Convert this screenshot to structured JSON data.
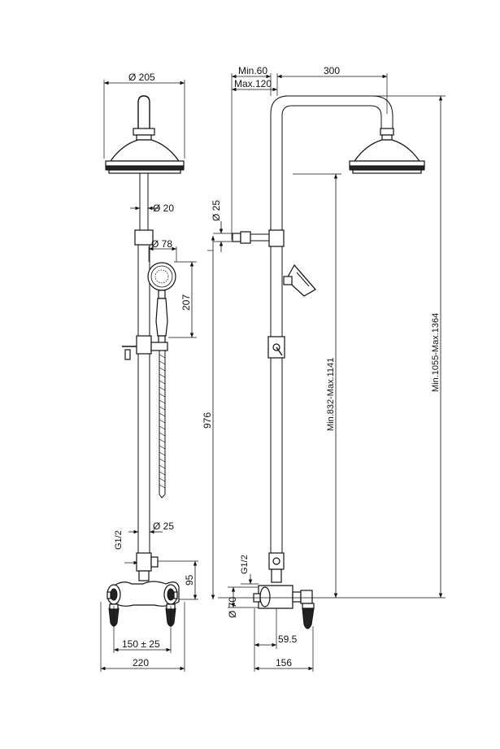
{
  "front_view": {
    "head_diameter": "Ø 205",
    "arm_diameter": "Ø 20",
    "handshower_diameter": "Ø 78",
    "handshower_length": "207",
    "riser_diameter": "Ø 25",
    "riser_height": "976",
    "inlet_thread": "G1/2",
    "inlet_height": "95",
    "centers": "150 ± 25",
    "width": "220"
  },
  "side_view": {
    "min_offset": "Min.60",
    "max_offset": "Max.120",
    "arm_reach": "300",
    "bracket_diameter": "Ø 25",
    "range_hand": "Min.832-Max.1141",
    "range_head": "Min.1055-Max.1364",
    "outlet_thread": "G1/2",
    "body_diameter": "Ø 70",
    "projection_small": "59.5",
    "projection_total": "156"
  }
}
